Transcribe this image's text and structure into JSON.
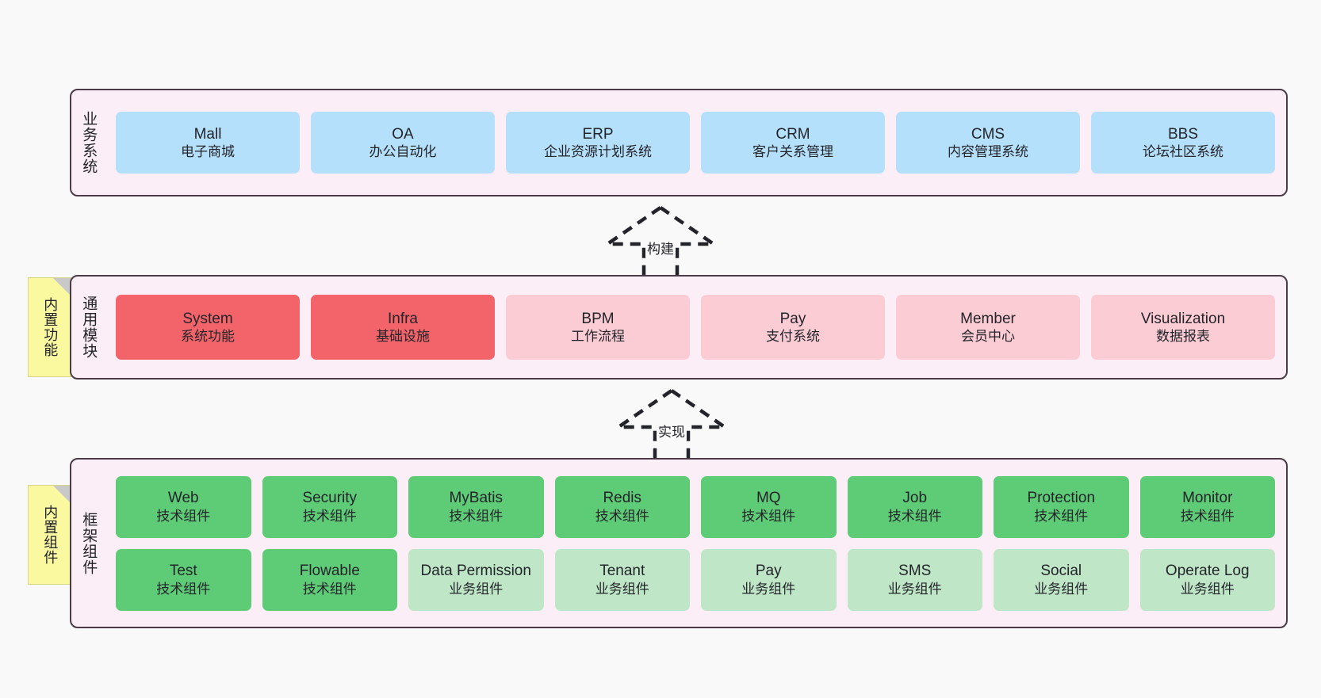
{
  "diagram": {
    "title": "Architecture layers diagram",
    "background": "#f9f9f9",
    "colors": {
      "layer_fill": "#fbeef6",
      "layer_border": "#4a3b47",
      "business_node": "#b5e0fb",
      "module_strong": "#f2646a",
      "module_soft": "#fcccd5",
      "framework_strong": "#5ecb77",
      "framework_soft": "#bfe7c7",
      "tag_fill": "#fbf9a0",
      "tag_fold": "#c9c9c9",
      "text": "#23242a"
    }
  },
  "layers": [
    {
      "id": "business",
      "label": "业务系统",
      "nodes": [
        {
          "en": "Mall",
          "zh": "电子商城"
        },
        {
          "en": "OA",
          "zh": "办公自动化"
        },
        {
          "en": "ERP",
          "zh": "企业资源计划系统"
        },
        {
          "en": "CRM",
          "zh": "客户关系管理"
        },
        {
          "en": "CMS",
          "zh": "内容管理系统"
        },
        {
          "en": "BBS",
          "zh": "论坛社区系统"
        }
      ]
    },
    {
      "id": "modules",
      "label": "通用模块",
      "tag": "内置功能",
      "nodes": [
        {
          "en": "System",
          "zh": "系统功能",
          "style": "strong"
        },
        {
          "en": "Infra",
          "zh": "基础设施",
          "style": "strong"
        },
        {
          "en": "BPM",
          "zh": "工作流程",
          "style": "soft"
        },
        {
          "en": "Pay",
          "zh": "支付系统",
          "style": "soft"
        },
        {
          "en": "Member",
          "zh": "会员中心",
          "style": "soft"
        },
        {
          "en": "Visualization",
          "zh": "数据报表",
          "style": "soft"
        }
      ]
    },
    {
      "id": "framework",
      "label": "框架组件",
      "tag": "内置组件",
      "rows": [
        [
          {
            "en": "Web",
            "zh": "技术组件",
            "style": "strong"
          },
          {
            "en": "Security",
            "zh": "技术组件",
            "style": "strong"
          },
          {
            "en": "MyBatis",
            "zh": "技术组件",
            "style": "strong"
          },
          {
            "en": "Redis",
            "zh": "技术组件",
            "style": "strong"
          },
          {
            "en": "MQ",
            "zh": "技术组件",
            "style": "strong"
          },
          {
            "en": "Job",
            "zh": "技术组件",
            "style": "strong"
          },
          {
            "en": "Protection",
            "zh": "技术组件",
            "style": "strong"
          },
          {
            "en": "Monitor",
            "zh": "技术组件",
            "style": "strong"
          }
        ],
        [
          {
            "en": "Test",
            "zh": "技术组件",
            "style": "strong"
          },
          {
            "en": "Flowable",
            "zh": "技术组件",
            "style": "strong"
          },
          {
            "en": "Data Permission",
            "zh": "业务组件",
            "style": "soft"
          },
          {
            "en": "Tenant",
            "zh": "业务组件",
            "style": "soft"
          },
          {
            "en": "Pay",
            "zh": "业务组件",
            "style": "soft"
          },
          {
            "en": "SMS",
            "zh": "业务组件",
            "style": "soft"
          },
          {
            "en": "Social",
            "zh": "业务组件",
            "style": "soft"
          },
          {
            "en": "Operate Log",
            "zh": "业务组件",
            "style": "soft"
          }
        ]
      ]
    }
  ],
  "connectors": [
    {
      "id": "build",
      "label": "构建",
      "style": "dashed-hollow-arrow-up"
    },
    {
      "id": "implement",
      "label": "实现",
      "style": "dashed-hollow-arrow-up"
    }
  ]
}
